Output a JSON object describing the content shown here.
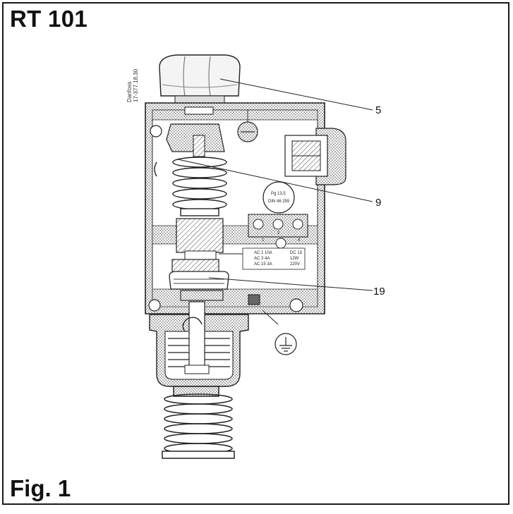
{
  "header": {
    "title": "RT 101"
  },
  "footer": {
    "caption": "Fig. 1"
  },
  "drawing": {
    "maker_note": [
      "Danfoss",
      "17-377.18.30"
    ],
    "callouts": [
      "5",
      "9",
      "19"
    ],
    "terminals": [
      "1",
      "2",
      "4"
    ],
    "round_label": [
      "Pg 13,5",
      "DIN 46 255"
    ],
    "rating_plate": [
      "AC 1  10A",
      "AC 3   4A",
      "AC 15  3A",
      "DC 13",
      "12W",
      "220V"
    ]
  },
  "colors": {
    "line": "#1a1a1a",
    "stipple": "#bdbdbd",
    "paper": "#ffffff"
  }
}
